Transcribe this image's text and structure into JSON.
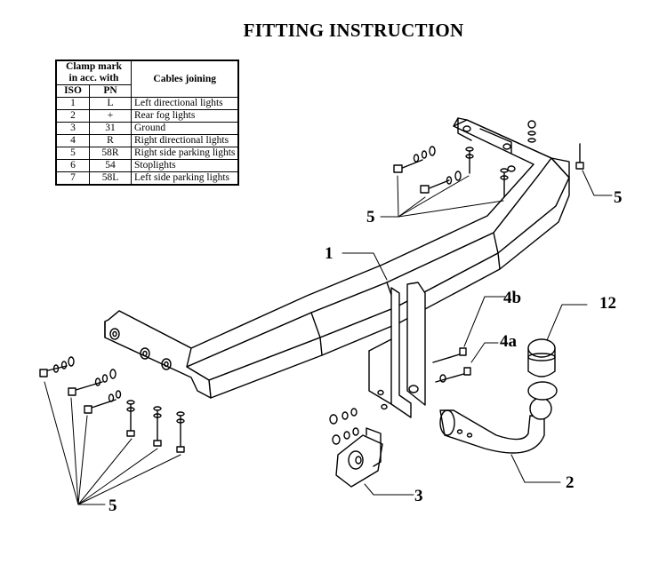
{
  "title": "FITTING INSTRUCTION",
  "legend": {
    "header_clamp": "Clamp mark",
    "header_clamp2": "in acc. with",
    "header_iso": "ISO",
    "header_pn": "PN",
    "header_cables": "Cables joining",
    "rows": [
      {
        "iso": "1",
        "pn": "L",
        "desc": "Left directional lights"
      },
      {
        "iso": "2",
        "pn": "+",
        "desc": "Rear fog lights"
      },
      {
        "iso": "3",
        "pn": "31",
        "desc": "Ground"
      },
      {
        "iso": "4",
        "pn": "R",
        "desc": "Right directional lights"
      },
      {
        "iso": "5",
        "pn": "58R",
        "desc": "Right side parking lights"
      },
      {
        "iso": "6",
        "pn": "54",
        "desc": "Stoplights"
      },
      {
        "iso": "7",
        "pn": "58L",
        "desc": "Left side parking lights"
      }
    ]
  },
  "callouts": {
    "c1": "1",
    "c2": "2",
    "c3": "3",
    "c4a": "4a",
    "c4b": "4b",
    "c5_right": "5",
    "c5_top": "5",
    "c5_bottom": "5",
    "c12": "12"
  }
}
